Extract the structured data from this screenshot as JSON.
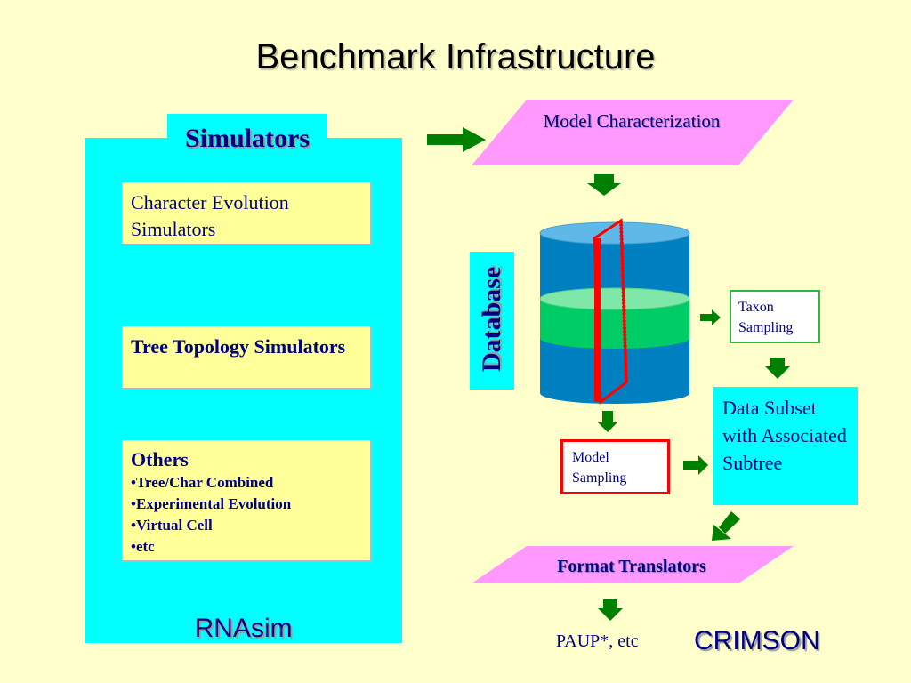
{
  "title": "Benchmark Infrastructure",
  "simulators": {
    "header": "Simulators",
    "character_box": "Character Evolution Simulators",
    "tree_box": "Tree Topology Simulators",
    "others": {
      "title": "Others",
      "items": [
        "•Tree/Char Combined",
        "•Experimental Evolution",
        "•Virtual Cell",
        "•etc"
      ]
    },
    "footer": "RNAsim"
  },
  "model_characterization": "Model Characterization",
  "database_label": "Database",
  "taxon_sampling": "Taxon Sampling",
  "model_sampling": "Model Sampling",
  "data_subset": "Data Subset with Associated Subtree",
  "format_translators": "Format Translators",
  "paup": "PAUP*, etc",
  "crimson": "CRIMSON",
  "colors": {
    "background": "#ffffcc",
    "panel": "#00ffff",
    "box": "#ffff99",
    "parallelogram": "#ff99ff",
    "arrow": "#008000",
    "text": "#000080",
    "cylinder": "#0080c0",
    "cylinder_band": "#00cc66",
    "highlight": "#ff0000"
  },
  "icons": [
    "arrow-right-icon",
    "arrow-down-icon",
    "arrow-down-left-icon",
    "database-cylinder-icon"
  ]
}
